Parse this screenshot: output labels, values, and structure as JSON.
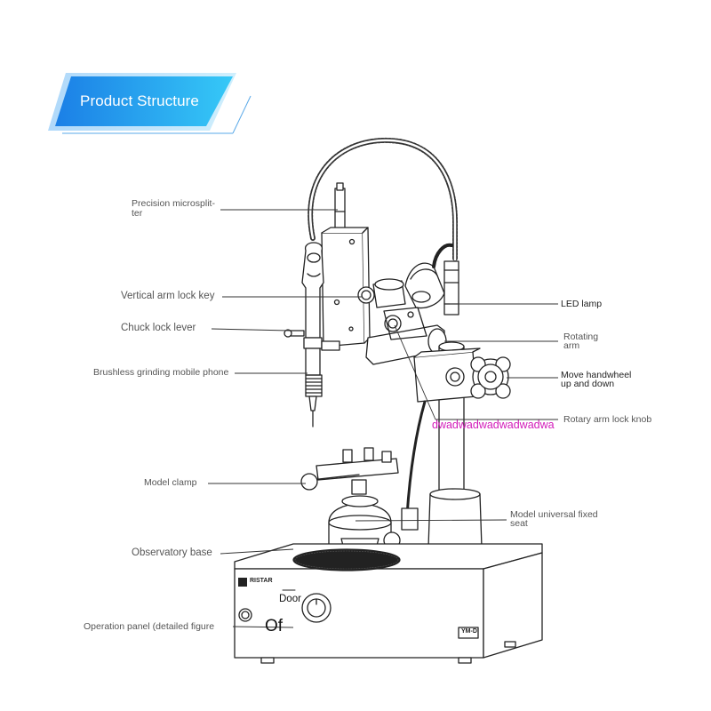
{
  "banner": {
    "title": "Product Structure"
  },
  "labels": {
    "precision_microsplitter_line1": "Precision microsplit-",
    "precision_microsplitter_line2": "ter",
    "vertical_arm_lock_key": "Vertical arm lock key",
    "chuck_lock_lever": "Chuck lock lever",
    "brushless_grinding": "Brushless grinding mobile phone",
    "model_clamp": "Model clamp",
    "observatory_base": "Observatory base",
    "operation_panel": "Operation panel (detailed figure",
    "led_lamp": "LED lamp",
    "rotating_arm_line1": "Rotating",
    "rotating_arm_line2": "arm",
    "move_handwheel_line1": "Move handwheel",
    "move_handwheel_line2": "up and down",
    "rotary_arm_lock_knob": "Rotary arm lock knob",
    "model_fixed_seat_line1": "Model universal fixed",
    "model_fixed_seat_line2": "seat"
  },
  "overlays": {
    "magenta_text": "dwadwadwadwadwadwa",
    "door_text": "Door",
    "of_text": "Of"
  },
  "device": {
    "brand": "RISTAR",
    "model_badge": "YM-D"
  },
  "colors": {
    "banner_start": "#1a86e8",
    "banner_end": "#2fc6f5",
    "line": "#333333",
    "label": "#555555",
    "magenta": "#d21bb9"
  }
}
